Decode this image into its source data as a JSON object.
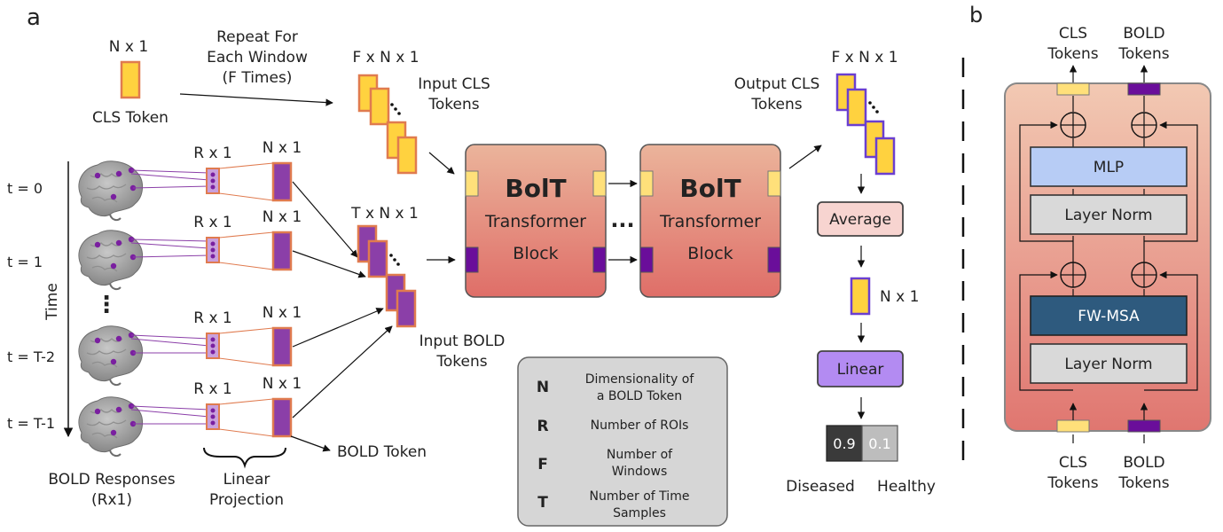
{
  "panel_a": {
    "label": "a",
    "cls_token_dim": "N x 1",
    "cls_token_label": "CLS Token",
    "repeat_line1": "Repeat For",
    "repeat_line2": "Each Window",
    "repeat_line3": "(F Times)",
    "input_cls_dim": "F x N x 1",
    "input_cls_line1": "Input CLS",
    "input_cls_line2": "Tokens",
    "time_labels": [
      "t = 0",
      "t = 1",
      "t = T-2",
      "t = T-1"
    ],
    "time_axis_label": "Time",
    "rx1_label": "R x 1",
    "nx1_label": "N x 1",
    "bold_responses_line1": "BOLD Responses",
    "bold_responses_line2": "(Rx1)",
    "linear_projection_line1": "Linear",
    "linear_projection_line2": "Projection",
    "bold_token_label": "BOLD Token",
    "input_bold_dim": "T x N x 1",
    "input_bold_line1": "Input BOLD",
    "input_bold_line2": "Tokens",
    "block_title": "BolT",
    "block_sub1": "Transformer",
    "block_sub2": "Block",
    "output_cls_dim": "F x N x 1",
    "output_cls_line1": "Output CLS",
    "output_cls_line2": "Tokens",
    "average_label": "Average",
    "final_dim": "N x 1",
    "linear_label": "Linear",
    "score_diseased": "0.9",
    "score_healthy": "0.1",
    "diseased_label": "Diseased",
    "healthy_label": "Healthy",
    "legend": [
      {
        "symbol": "N",
        "line1": "Dimensionality of",
        "line2": "a BOLD Token"
      },
      {
        "symbol": "R",
        "line1": "Number of ROIs",
        "line2": ""
      },
      {
        "symbol": "F",
        "line1": "Number of",
        "line2": "Windows"
      },
      {
        "symbol": "T",
        "line1": "Number of Time",
        "line2": "Samples"
      }
    ]
  },
  "panel_b": {
    "label": "b",
    "top_cls_line1": "CLS",
    "top_cls_line2": "Tokens",
    "top_bold_line1": "BOLD",
    "top_bold_line2": "Tokens",
    "mlp_label": "MLP",
    "layer_norm_label": "Layer Norm",
    "fwmsa_label": "FW-MSA",
    "bottom_cls_line1": "CLS",
    "bottom_cls_line2": "Tokens",
    "bottom_bold_line1": "BOLD",
    "bottom_bold_line2": "Tokens"
  },
  "colors": {
    "cls_token": "#FFD23F",
    "token_border": "#E07B4F",
    "bold_token": "#8B3FA8",
    "output_border": "#6A3FD0",
    "block_fill": "#E0726A",
    "mlp_fill": "#B7CCF5",
    "fwmsa_fill": "#2E5A7E",
    "layernorm_fill": "#D9D9D9",
    "linear_fill": "#B38BF2",
    "average_fill": "#F7D4D0"
  }
}
